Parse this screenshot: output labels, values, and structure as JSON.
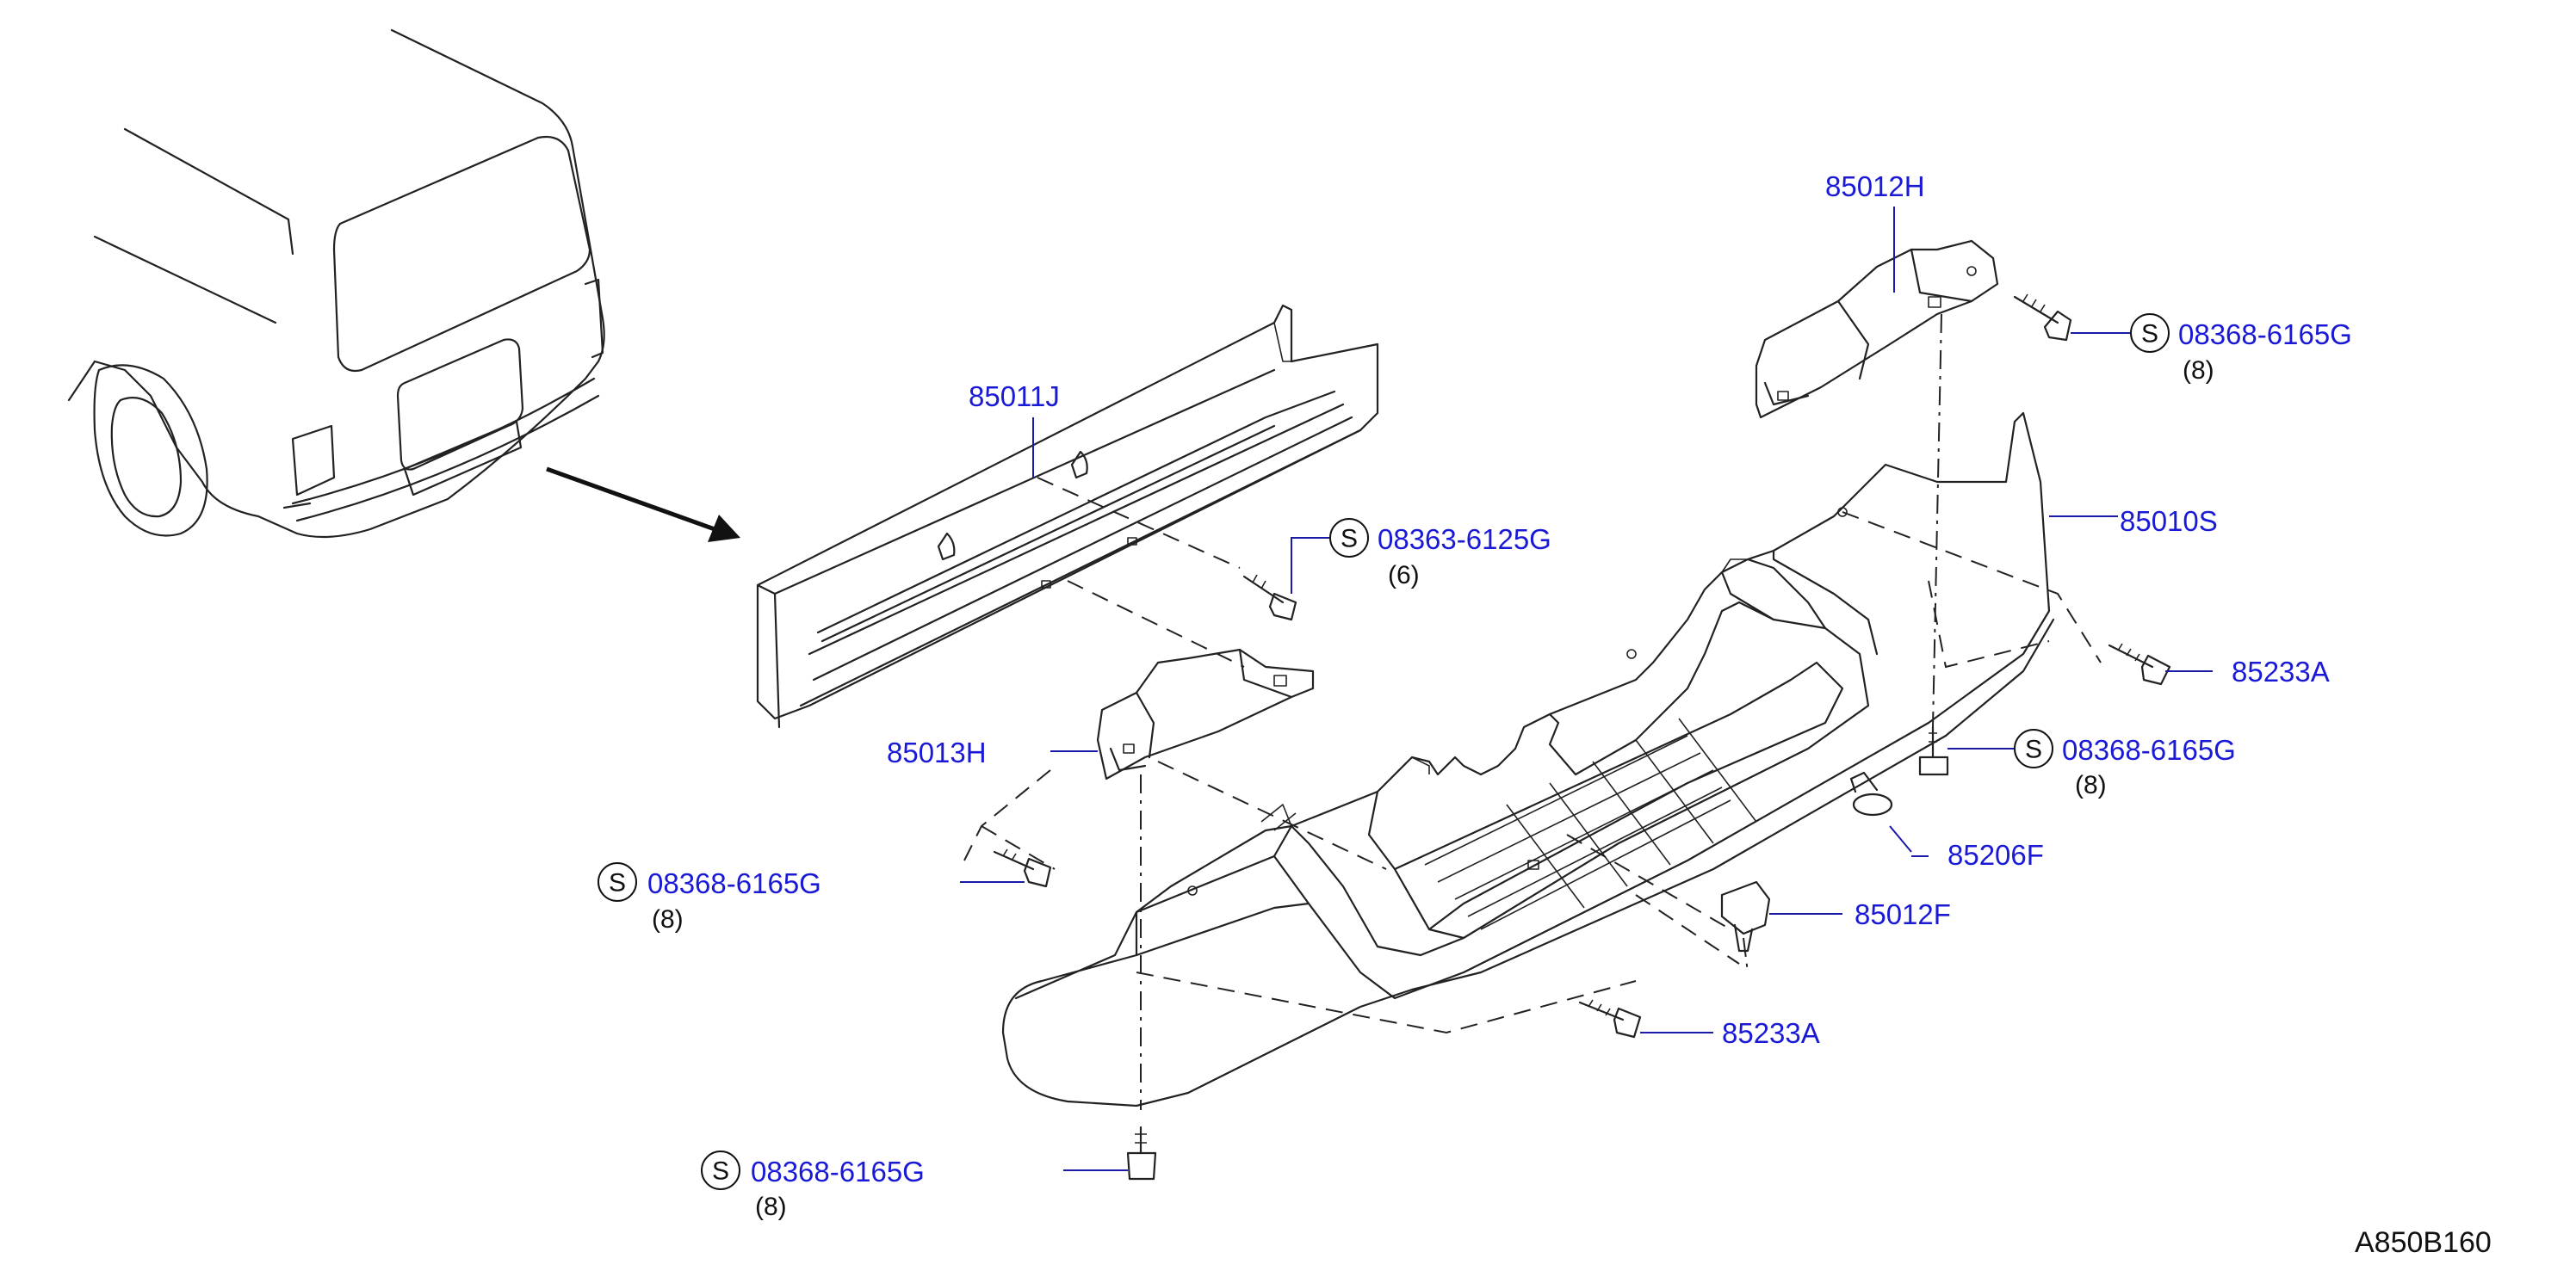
{
  "labels": {
    "p85011J": "85011J",
    "p85012H": "85012H",
    "p85013H": "85013H",
    "p85010S": "85010S",
    "p85233A_right": "85233A",
    "p85233A_bottom": "85233A",
    "p85206F": "85206F",
    "p85012F": "85012F"
  },
  "bolts": {
    "b1": {
      "symbol": "S",
      "part": "08368-6165G",
      "qty": "(8)"
    },
    "b2": {
      "symbol": "S",
      "part": "08363-6125G",
      "qty": "(6)"
    },
    "b3": {
      "symbol": "S",
      "part": "08368-6165G",
      "qty": "(8)"
    },
    "b4": {
      "symbol": "S",
      "part": "08368-6165G",
      "qty": "(8)"
    },
    "b5": {
      "symbol": "S",
      "part": "08368-6165G",
      "qty": "(8)"
    }
  },
  "reference_code": "A850B160",
  "colors": {
    "part_label": "#1a1ad6",
    "leader": "#1a1aa8",
    "line": "#222222"
  }
}
